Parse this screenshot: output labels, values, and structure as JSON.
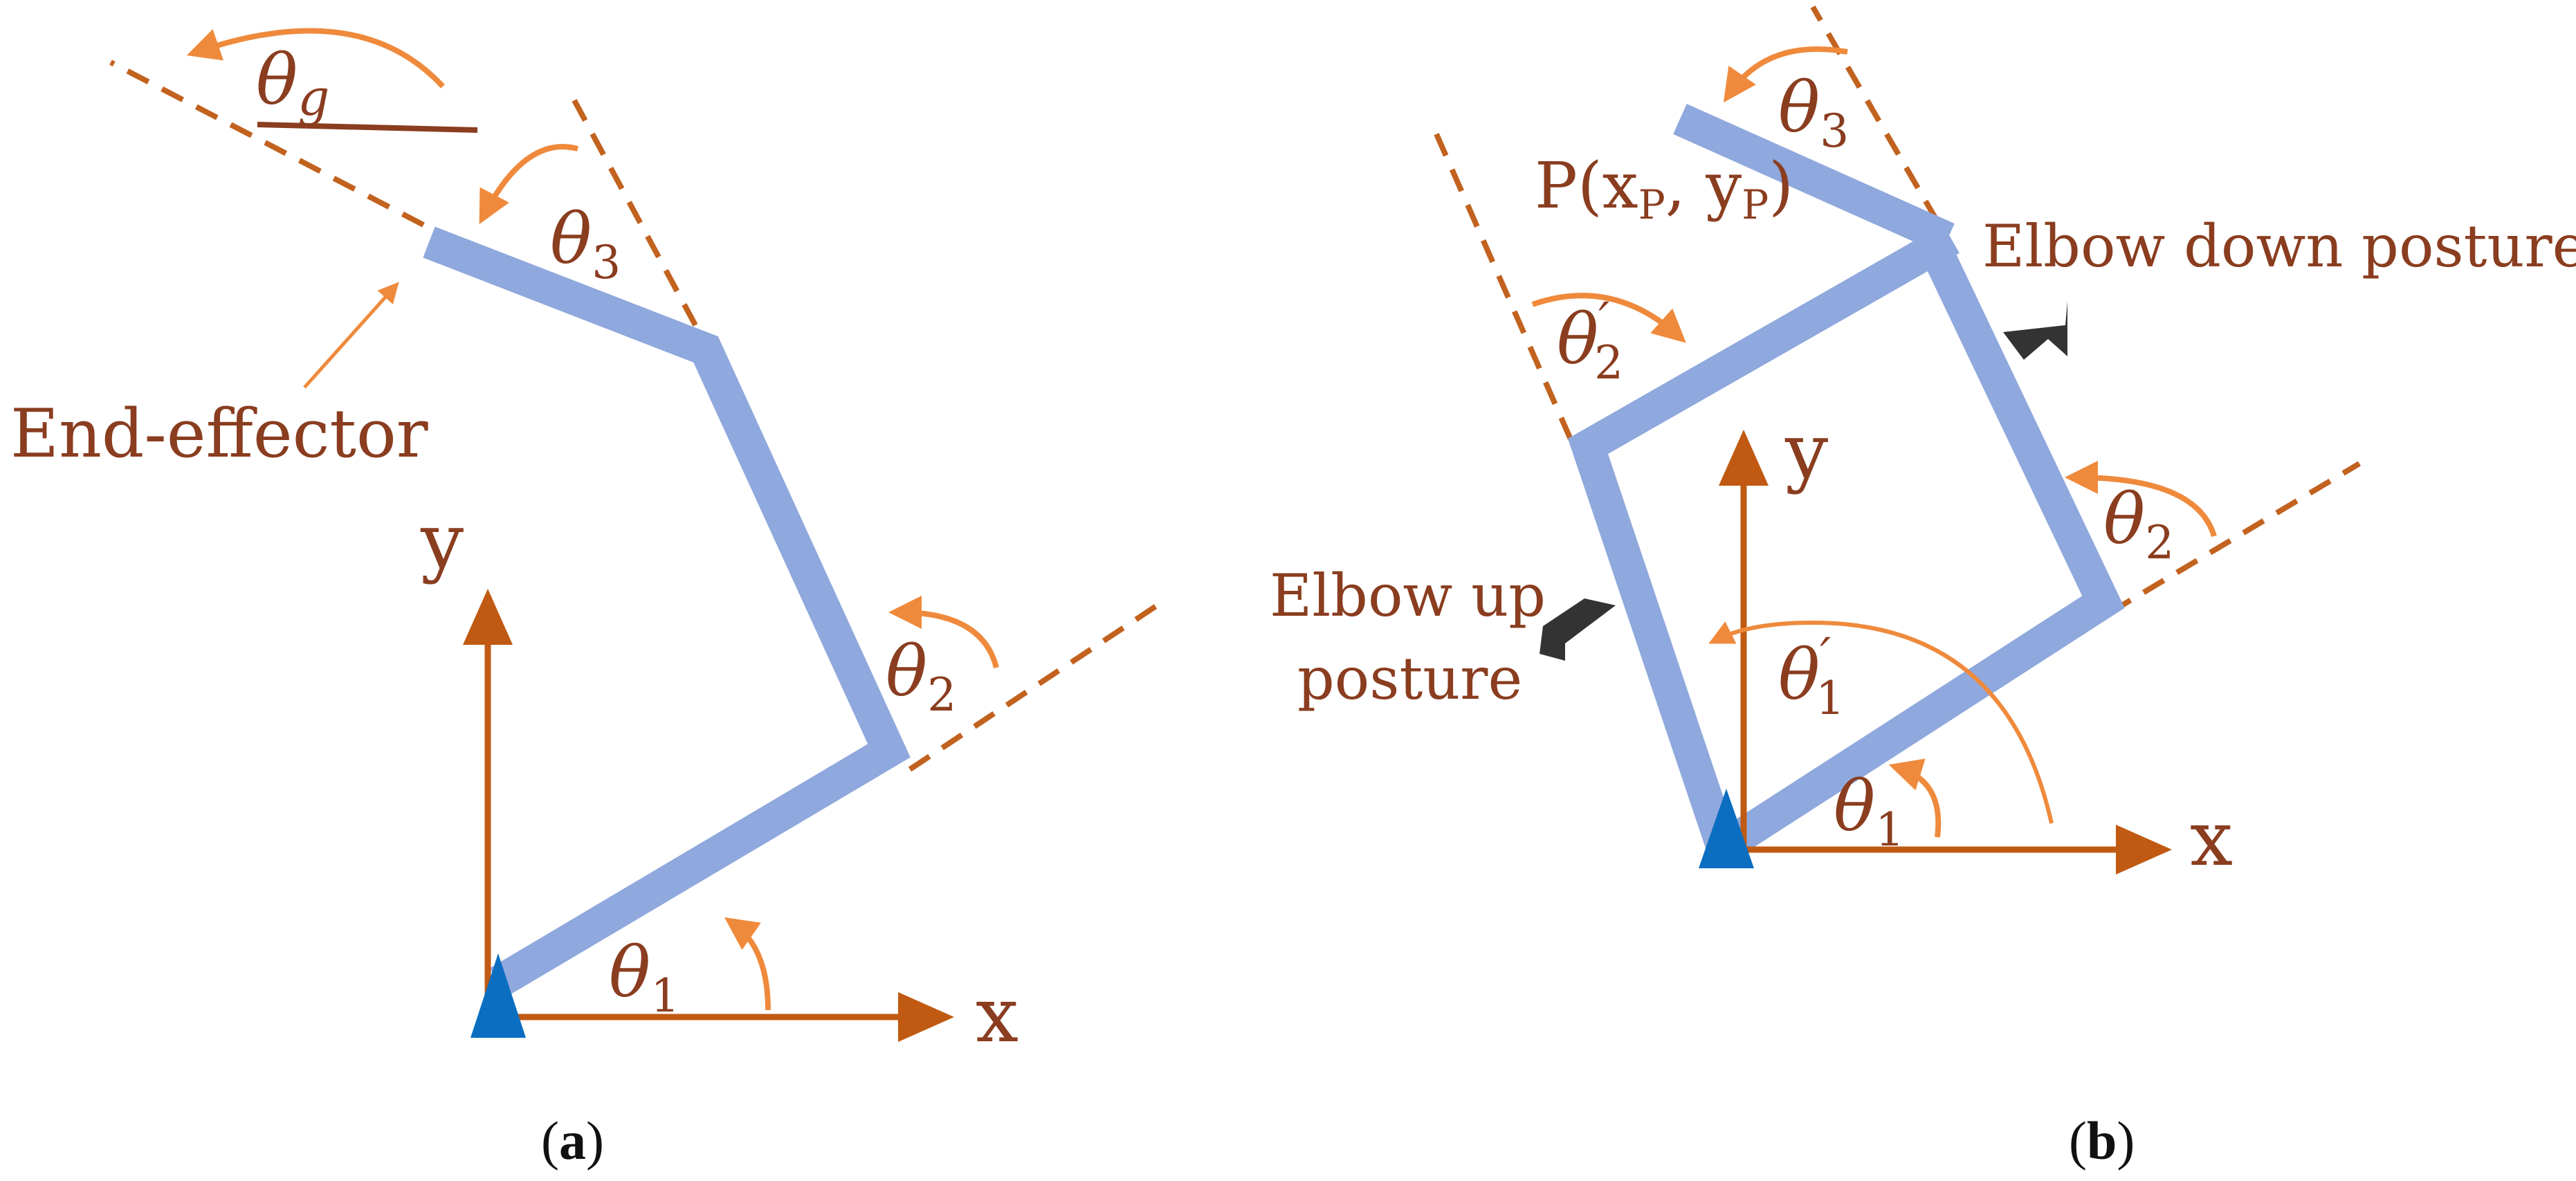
{
  "colors": {
    "link": "#8fa8dd",
    "axis": "#c05a12",
    "angle_arrow": "#ef8a3c",
    "dashed": "#c2621f",
    "text": "#8a3d1f",
    "base": "#0b6ec1",
    "pointer": "#333333"
  },
  "panel_a": {
    "caption_open": "(",
    "caption_letter": "a",
    "caption_close": ")",
    "x_axis_label": "x",
    "y_axis_label": "y",
    "theta1": {
      "symbol": "θ",
      "sub": "1"
    },
    "theta2": {
      "symbol": "θ",
      "sub": "2"
    },
    "theta3": {
      "symbol": "θ",
      "sub": "3"
    },
    "thetag": {
      "symbol": "θ",
      "sub": "g"
    },
    "end_effector_label": "End-effector"
  },
  "panel_b": {
    "caption_open": "(",
    "caption_letter": "b",
    "caption_close": ")",
    "x_axis_label": "x",
    "y_axis_label": "y",
    "theta1": {
      "symbol": "θ",
      "sub": "1"
    },
    "theta1_prime": {
      "symbol": "θ",
      "sub": "1",
      "prime": "′"
    },
    "theta2": {
      "symbol": "θ",
      "sub": "2"
    },
    "theta2_prime": {
      "symbol": "θ",
      "sub": "2",
      "prime": "′"
    },
    "theta3": {
      "symbol": "θ",
      "sub": "3"
    },
    "point_label": {
      "p": "P(x",
      "sub1": "P",
      "mid": ", y",
      "sub2": "P",
      "close": ")"
    },
    "elbow_down_label": "Elbow down posture",
    "elbow_up_line1": "Elbow up",
    "elbow_up_line2": "posture"
  }
}
